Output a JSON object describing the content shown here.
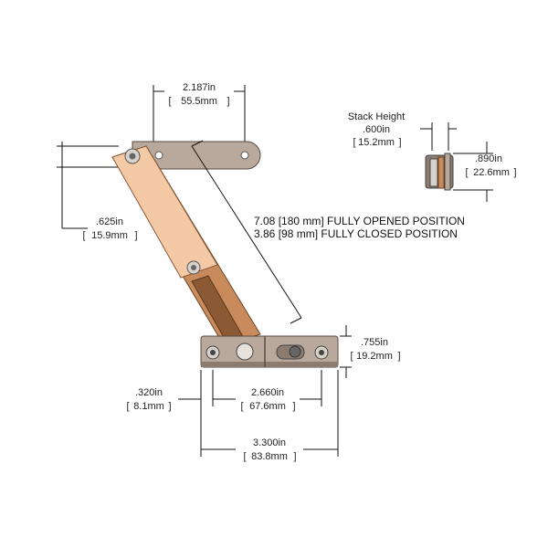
{
  "dimensions": {
    "top_width": {
      "in": "2.187in",
      "mm": "55.5mm"
    },
    "left_height": {
      "in": ".625in",
      "mm": "15.9mm"
    },
    "stack_height": {
      "title": "Stack Height",
      "in": ".600in",
      "mm": "15.2mm"
    },
    "stack_depth": {
      "in": ".890in",
      "mm": "22.6mm"
    },
    "open_position": "7.08 [180 mm] FULLY OPENED POSITION",
    "closed_position": "3.86 [98 mm] FULLY CLOSED POSITION",
    "base_height": {
      "in": ".755in",
      "mm": "19.2mm"
    },
    "hole_offset": {
      "in": ".320in",
      "mm": "8.1mm"
    },
    "hole_spacing": {
      "in": "2.660in",
      "mm": "67.6mm"
    },
    "overall_length": {
      "in": "3.300in",
      "mm": "83.8mm"
    }
  },
  "colors": {
    "arm_light": "#f4c9a6",
    "arm_mid": "#c98b5c",
    "arm_dark": "#8b5a35",
    "metal": "#b9a99c",
    "metal_dark": "#8c7b6f",
    "line": "#111111"
  }
}
